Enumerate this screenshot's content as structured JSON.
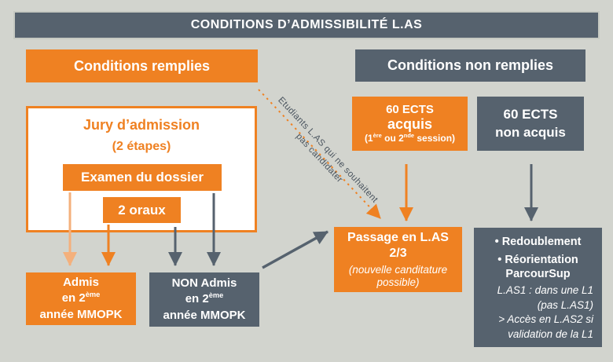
{
  "title": "CONDITIONS D’ADMISSIBILITÉ L.AS",
  "left_branch": {
    "header": "Conditions remplies",
    "jury": {
      "title": "Jury d’admission",
      "subtitle": "(2 étapes)",
      "step1": "Examen du dossier",
      "step2": "2 oraux"
    },
    "admis": {
      "l1": "Admis",
      "l2": "en 2",
      "l2_sup": "ème",
      "l3": "année MMOPK"
    },
    "non_admis": {
      "l1": "NON Admis",
      "l2": "en 2",
      "l2_sup": "ème",
      "l3": "année MMOPK"
    }
  },
  "right_branch": {
    "header": "Conditions non remplies",
    "ects_acquis": {
      "l1": "60 ECTS",
      "l2": "acquis",
      "l3_p1": "(1",
      "l3_sup1": "ère",
      "l3_p2": " ou 2",
      "l3_sup2": "nde",
      "l3_p3": " session)"
    },
    "ects_non_acquis": {
      "l1": "60 ECTS",
      "l2": "non acquis"
    },
    "passage": {
      "title": "Passage en L.AS 2/3",
      "subtitle": "(nouvelle canditature possible)"
    },
    "outcome": {
      "bullet_icon": "•",
      "bullet1": "Redoublement",
      "bullet2": "Réorientation",
      "bullet2_line2": "ParcourSup",
      "note1_l1": "L.AS1 : dans une L1",
      "note1_l2": "(pas L.AS1)",
      "note2_l1": ">  Accès en L.AS2 si",
      "note2_l2": "validation de la L1"
    }
  },
  "diagonal_note": {
    "l1": "Etudiants L.AS qui ne souhaitent",
    "l2": "pas candidater"
  },
  "colors": {
    "orange": "#EF8122",
    "orange_light": "#F4B07C",
    "slate": "#56626E",
    "background": "#D2D4CE",
    "panel_white": "#FFFFFF",
    "note_gray": "#4C5660"
  }
}
